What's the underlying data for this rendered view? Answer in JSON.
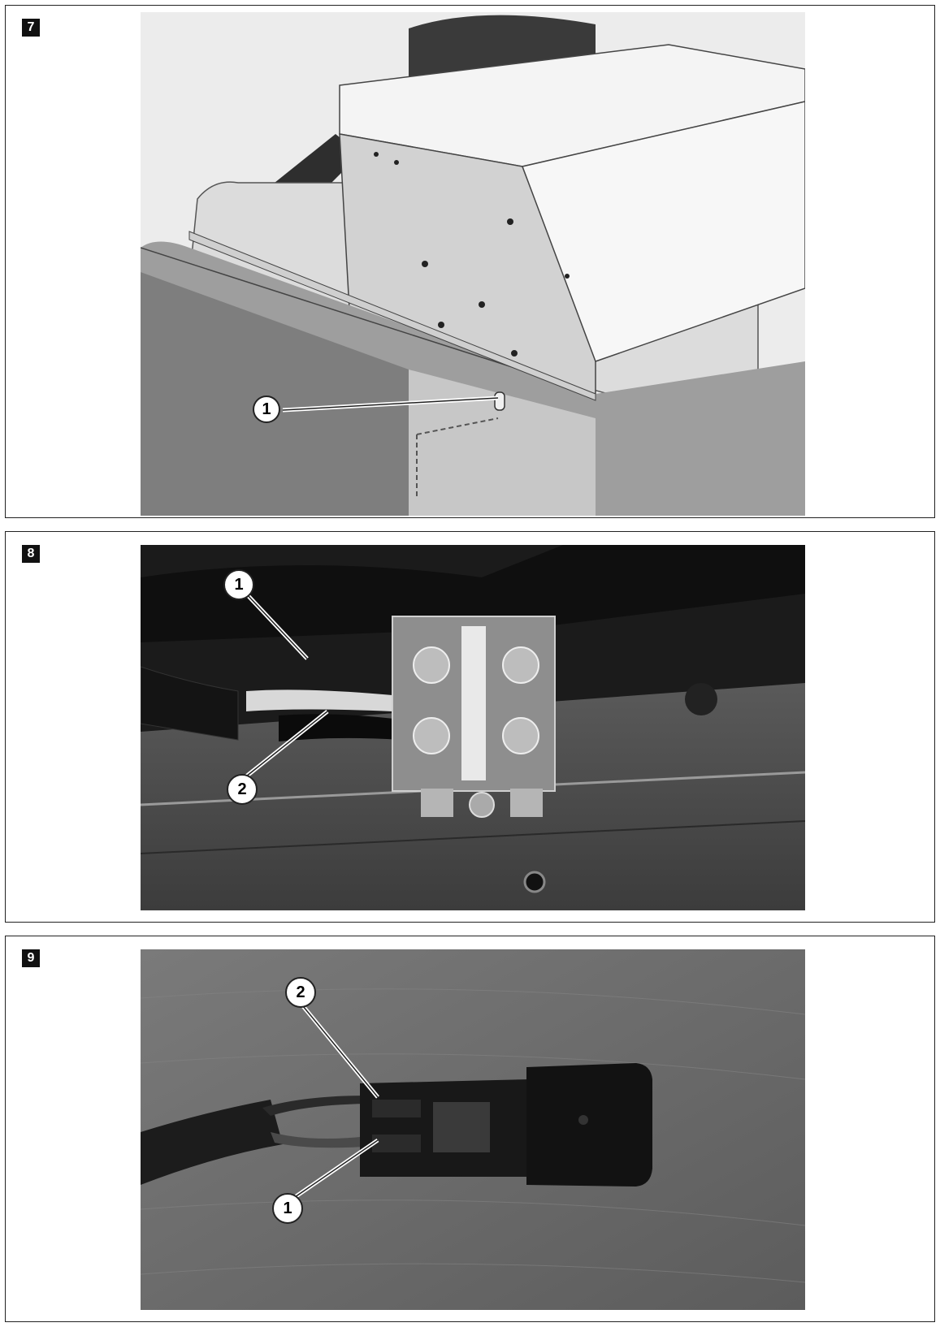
{
  "figures": [
    {
      "number": "7",
      "callouts": [
        "1"
      ]
    },
    {
      "number": "8",
      "callouts": [
        "1",
        "2"
      ]
    },
    {
      "number": "9",
      "callouts": [
        "2",
        "1"
      ]
    }
  ],
  "colors": {
    "border": "#222222",
    "badge": "#111111",
    "callout_fill": "#ffffff"
  }
}
